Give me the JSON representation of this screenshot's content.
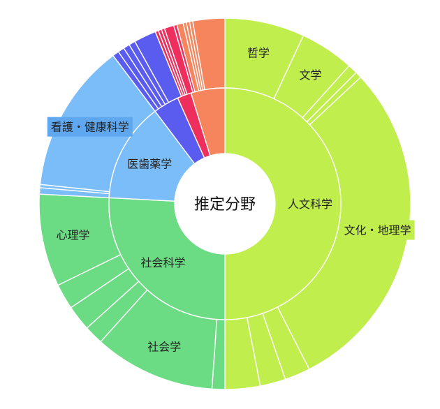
{
  "chart_data": {
    "type": "sunburst",
    "title": "",
    "center_label": "推定分野",
    "unit": "degrees",
    "colors": {
      "humanities": "#c0ee4c",
      "social": "#6cdc84",
      "medical": "#7bbdf8",
      "blue": "#5a5cf0",
      "red": "#ee2e5c",
      "orange": "#f6845c",
      "highlight_humanities": "#c0ee4c",
      "highlight_medical": "#5fa8f0"
    },
    "inner": [
      {
        "label": "人文科学",
        "value": 180,
        "color_key": "humanities"
      },
      {
        "label": "社会科学",
        "value": 93,
        "color_key": "social"
      },
      {
        "label": "医歯薬学",
        "value": 50,
        "color_key": "medical"
      },
      {
        "label": "",
        "value": 13,
        "color_key": "blue"
      },
      {
        "label": "",
        "value": 7,
        "color_key": "red"
      },
      {
        "label": "",
        "value": 17,
        "color_key": "orange"
      }
    ],
    "outer": [
      {
        "label": "哲学",
        "value": 25,
        "color_key": "humanities"
      },
      {
        "label": "文学",
        "value": 17,
        "color_key": "humanities"
      },
      {
        "label": "",
        "value": 3,
        "color_key": "humanities"
      },
      {
        "label": "",
        "value": 2,
        "color_key": "humanities"
      },
      {
        "label": "文化・地理学",
        "value": 106,
        "color_key": "humanities",
        "highlight": true
      },
      {
        "label": "",
        "value": 8,
        "color_key": "humanities"
      },
      {
        "label": "",
        "value": 8,
        "color_key": "humanities"
      },
      {
        "label": "",
        "value": 11,
        "color_key": "humanities"
      },
      {
        "label": "",
        "value": 4,
        "color_key": "social"
      },
      {
        "label": "社会学",
        "value": 38,
        "color_key": "social"
      },
      {
        "label": "",
        "value": 6,
        "color_key": "social"
      },
      {
        "label": "",
        "value": 8,
        "color_key": "social"
      },
      {
        "label": "",
        "value": 8,
        "color_key": "social"
      },
      {
        "label": "心理学",
        "value": 29,
        "color_key": "social"
      },
      {
        "label": "",
        "value": 2,
        "color_key": "medical"
      },
      {
        "label": "",
        "value": 1,
        "color_key": "medical"
      },
      {
        "label": "看護・健康科学",
        "value": 47,
        "color_key": "medical",
        "highlight": true
      },
      {
        "label": "",
        "value": 2,
        "color_key": "blue"
      },
      {
        "label": "",
        "value": 2,
        "color_key": "blue"
      },
      {
        "label": "",
        "value": 2,
        "color_key": "blue"
      },
      {
        "label": "",
        "value": 2,
        "color_key": "blue"
      },
      {
        "label": "",
        "value": 7,
        "color_key": "blue"
      },
      {
        "label": "",
        "value": 1,
        "color_key": "red"
      },
      {
        "label": "",
        "value": 1,
        "color_key": "red"
      },
      {
        "label": "",
        "value": 1,
        "color_key": "red"
      },
      {
        "label": "",
        "value": 3,
        "color_key": "red"
      },
      {
        "label": "",
        "value": 1,
        "color_key": "red"
      },
      {
        "label": "",
        "value": 2,
        "color_key": "orange"
      },
      {
        "label": "",
        "value": 1,
        "color_key": "orange"
      },
      {
        "label": "",
        "value": 1,
        "color_key": "orange"
      },
      {
        "label": "",
        "value": 1,
        "color_key": "orange"
      },
      {
        "label": "",
        "value": 10,
        "color_key": "orange"
      }
    ]
  }
}
